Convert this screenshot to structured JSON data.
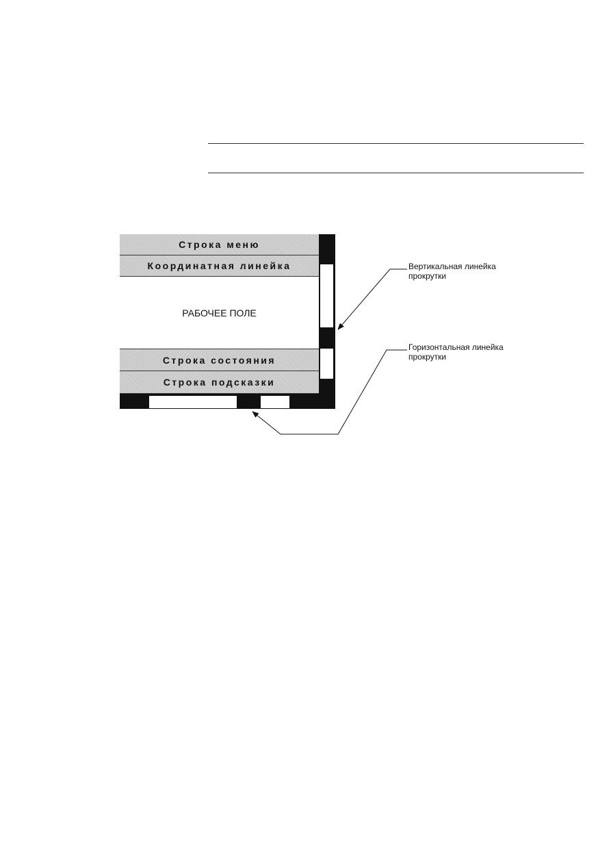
{
  "window": {
    "menu_bar": "Строка меню",
    "ruler_bar": "Координатная линейка",
    "work_area": "РАБОЧЕЕ ПОЛЕ",
    "status_bar": "Строка состояния",
    "hint_bar": "Строка подсказки"
  },
  "callouts": {
    "vertical_scrollbar": "Вертикальная линейка\nпрокрутки",
    "horizontal_scrollbar": "Горизонтальная линейка\nпрокрутки"
  }
}
